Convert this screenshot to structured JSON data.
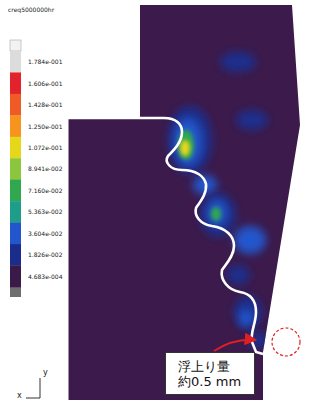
{
  "diagram": {
    "nodes": [
      {
        "text": [
          "浮上り量 約0.5 mm"
        ]
      }
    ],
    "labels": [
      "creq5000000hr",
      "y",
      "x"
    ],
    "legend": [
      {
        "text": "1.784e-001",
        "color": "#dcdcdc"
      },
      {
        "text": "1.606e-001",
        "color": "#e3222b"
      },
      {
        "text": "1.428e-001",
        "color": "#ef5a26"
      },
      {
        "text": "1.250e-001",
        "color": "#f6941d"
      },
      {
        "text": "1.072e-001",
        "color": "#e6d71b"
      },
      {
        "text": "8.941e-002",
        "color": "#8cc63f"
      },
      {
        "text": "7.160e-002",
        "color": "#2fa84f"
      },
      {
        "text": "5.363e-002",
        "color": "#1e9e8a"
      },
      {
        "text": "3.604e-002",
        "color": "#2356cc"
      },
      {
        "text": "1.826e-002",
        "color": "#1b2d8c"
      },
      {
        "text": "4.683e-004",
        "color": "#3b1a4a"
      }
    ]
  }
}
